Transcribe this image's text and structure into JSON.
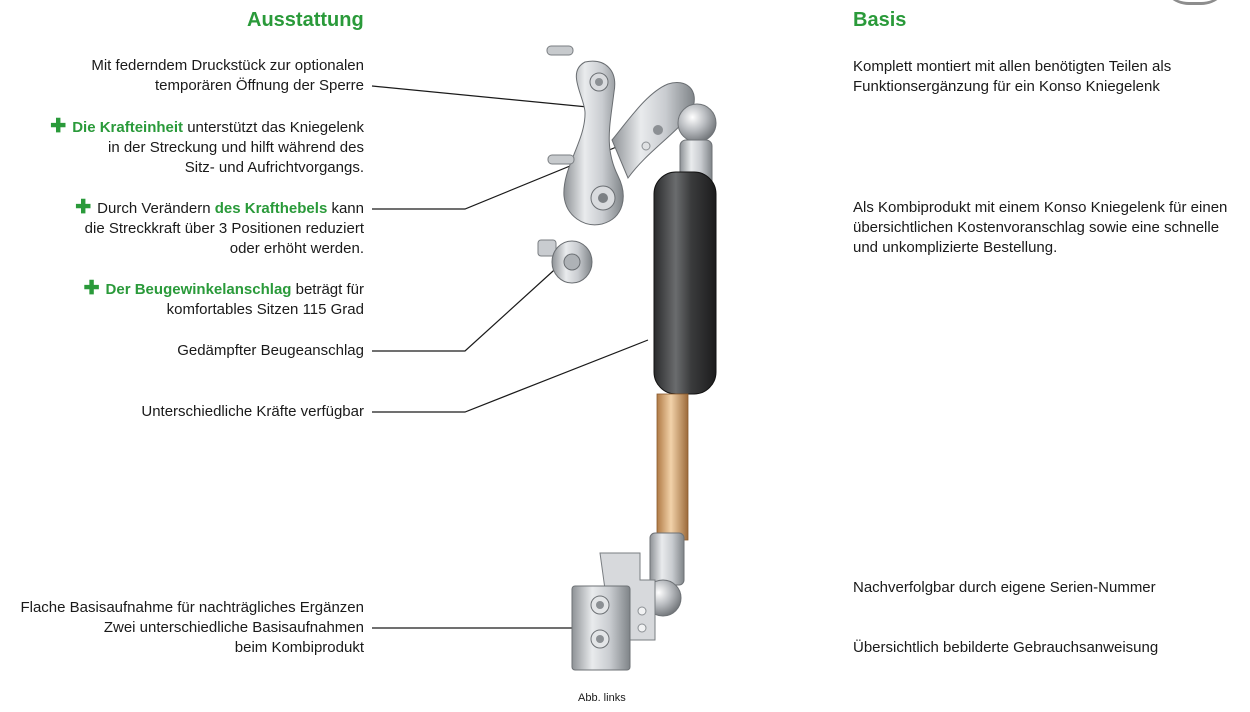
{
  "headings": {
    "left": "Ausstattung",
    "right": "Basis"
  },
  "left_items": [
    {
      "lines": [
        [
          {
            "t": "Mit "
          },
          {
            "t": "federndem Druckstück",
            "s": "b"
          },
          {
            "t": " zur optionalen"
          }
        ],
        [
          {
            "t": "temporären Öffnung der Sperre"
          }
        ]
      ]
    },
    {
      "lines": [
        [
          {
            "t": "✚",
            "s": "plus"
          },
          {
            "t": "Die Krafteinheit",
            "s": "g"
          },
          {
            "t": " unterstützt das Kniegelenk"
          }
        ],
        [
          {
            "t": "in der Streckung und hilft während des"
          }
        ],
        [
          {
            "t": "Sitz- und Aufrichtvorgangs."
          }
        ]
      ]
    },
    {
      "lines": [
        [
          {
            "t": "✚",
            "s": "plus"
          },
          {
            "t": "Durch Verändern "
          },
          {
            "t": "des Krafthebels",
            "s": "g"
          },
          {
            "t": " kann"
          }
        ],
        [
          {
            "t": "die Streckkraft über "
          },
          {
            "t": "3 Positionen",
            "s": "b"
          },
          {
            "t": " reduziert"
          }
        ],
        [
          {
            "t": "oder erhöht werden."
          }
        ]
      ]
    },
    {
      "lines": [
        [
          {
            "t": "✚",
            "s": "plus"
          },
          {
            "t": "Der Beugewinkelanschlag",
            "s": "g"
          },
          {
            "t": " beträgt für"
          }
        ],
        [
          {
            "t": "komfortables Sitzen "
          },
          {
            "t": "115 Grad",
            "s": "b"
          }
        ]
      ]
    },
    {
      "lines": [
        [
          {
            "t": "Gedämpfter Beugeanschlag",
            "s": "b"
          }
        ]
      ]
    },
    {
      "lines": [
        [
          {
            "t": "Unterschiedliche Kräfte",
            "s": "b"
          },
          {
            "t": " verfügbar"
          }
        ]
      ]
    },
    {
      "lines": [
        [
          {
            "t": "Flache Basisaufnahme",
            "s": "b"
          },
          {
            "t": " für nachträgliches Ergänzen"
          }
        ],
        [
          {
            "t": "Zwei unterschiedliche Basisaufnahmen",
            "s": "b"
          }
        ],
        [
          {
            "t": "beim Kombiprodukt"
          }
        ]
      ]
    }
  ],
  "right_items": [
    {
      "lines": [
        [
          {
            "t": "Komplett montiert",
            "s": "b"
          },
          {
            "t": " mit allen benötigten Teilen als"
          }
        ],
        [
          {
            "t": "Funktionsergänzung für ein Konso Kniegelenk"
          }
        ]
      ]
    },
    {
      "lines": [
        [
          {
            "t": "Als Kombiprodukt",
            "s": "b"
          },
          {
            "t": " mit einem Konso Kniegelenk für einen"
          }
        ],
        [
          {
            "t": "übersichtlichen Kostenvoranschlag sowie eine schnelle"
          }
        ],
        [
          {
            "t": "und unkomplizierte Bestellung."
          }
        ]
      ]
    },
    {
      "lines": [
        [
          {
            "t": "Nachverfolgbar durch "
          },
          {
            "t": "eigene Serien-Nummer",
            "s": "b"
          }
        ]
      ]
    },
    {
      "lines": [
        [
          {
            "t": "Übersichtlich "
          },
          {
            "t": "bebilderte Gebrauchsanweisung",
            "s": "b"
          }
        ]
      ]
    }
  ],
  "caption": "Abb. links",
  "colors": {
    "accent": "#2a9a3a",
    "text": "#1a1a1a"
  }
}
